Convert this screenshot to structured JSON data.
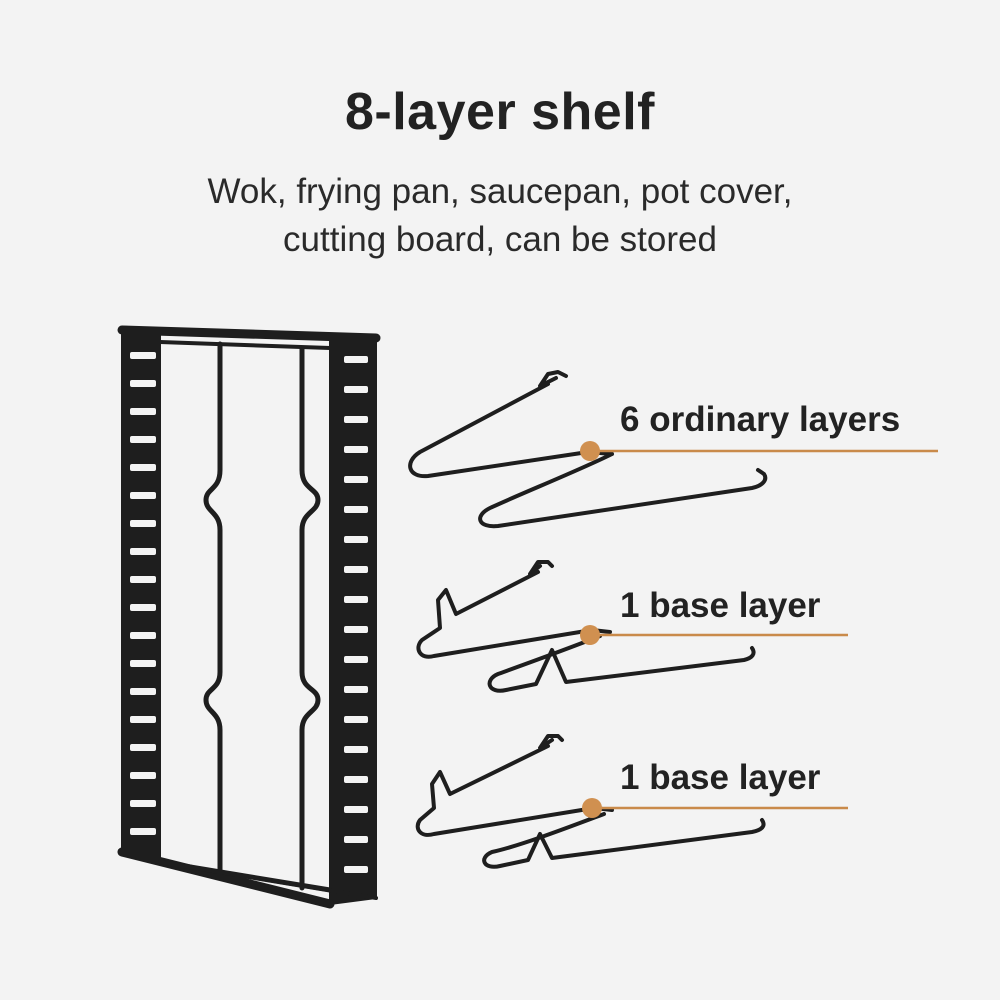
{
  "heading": {
    "title": "8-layer shelf",
    "subtitle_line1": "Wok, frying pan, saucepan, pot cover,",
    "subtitle_line2": "cutting board, can be stored"
  },
  "callouts": [
    {
      "label": "6 ordinary layers"
    },
    {
      "label": "1 base layer"
    },
    {
      "label": "1 base layer"
    }
  ],
  "colors": {
    "background": "#f3f3f3",
    "frame": "#1e1e1e",
    "callout_line": "#c98a4a",
    "callout_dot": "#d09050"
  }
}
